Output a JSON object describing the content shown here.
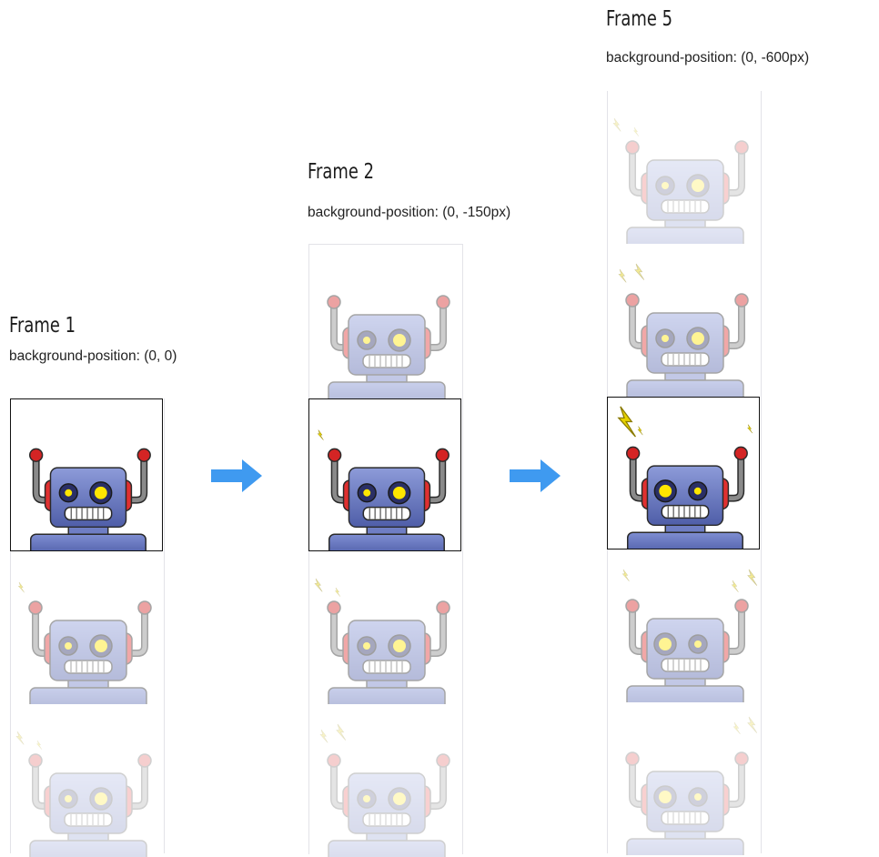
{
  "colors": {
    "head": "#5f6fb8",
    "head_light": "#8d9bd9",
    "ear": "#e03030",
    "eye_yellow": "#ffe600",
    "arm": "#7b7b7b",
    "arrow": "#3f9af0",
    "spark": "#e6d200"
  },
  "frames": [
    {
      "title": "Frame 1",
      "caption": "background-position: (0, 0)"
    },
    {
      "title": "Frame 2",
      "caption": "background-position: (0, -150px)"
    },
    {
      "title": "Frame 5",
      "caption": "background-position: (0, -600px)"
    }
  ],
  "icons": [
    "right-arrow-icon",
    "robot-icon",
    "lightning-spark-icon"
  ]
}
